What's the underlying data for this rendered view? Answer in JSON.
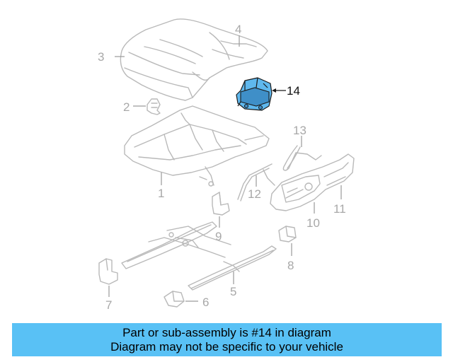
{
  "callouts": {
    "c1": "1",
    "c2": "2",
    "c3": "3",
    "c4": "4",
    "c5": "5",
    "c6": "6",
    "c7": "7",
    "c8": "8",
    "c9": "9",
    "c10": "10",
    "c11": "11",
    "c12": "12",
    "c13": "13",
    "c14": "14"
  },
  "highlighted_part": "14",
  "banner": {
    "line1": "Part or sub-assembly is #14 in diagram",
    "line2": "Diagram may not be specific to your vehicle"
  },
  "colors": {
    "banner_bg": "#59c1f5",
    "highlight": "#5fb8ee",
    "line_art": "#b9b9b9"
  }
}
